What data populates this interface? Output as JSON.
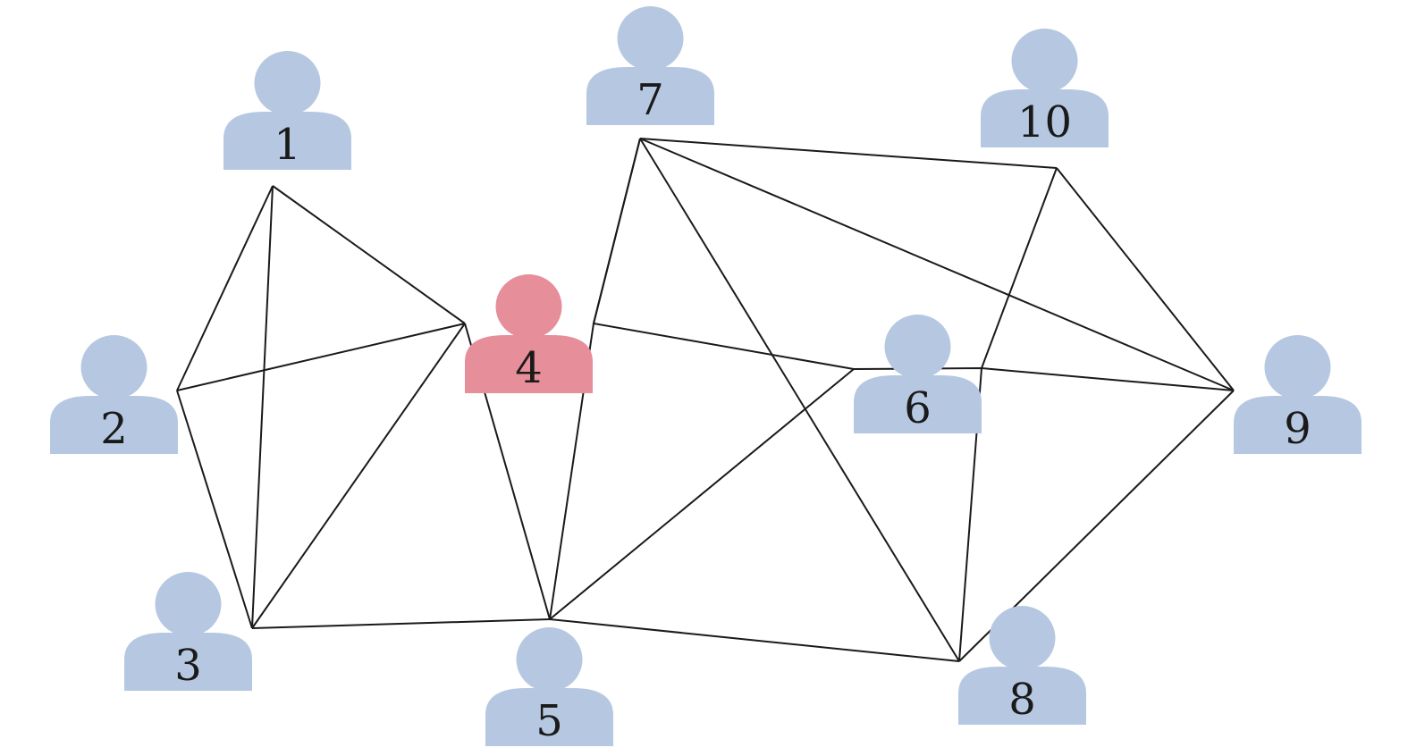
{
  "colors": {
    "person_default": "#b6c8e1",
    "person_highlight": "#e78e9b",
    "edge": "#1a1a1a"
  },
  "nodes": [
    {
      "id": 1,
      "label": "1",
      "highlight": false
    },
    {
      "id": 2,
      "label": "2",
      "highlight": false
    },
    {
      "id": 3,
      "label": "3",
      "highlight": false
    },
    {
      "id": 4,
      "label": "4",
      "highlight": true
    },
    {
      "id": 5,
      "label": "5",
      "highlight": false
    },
    {
      "id": 6,
      "label": "6",
      "highlight": false
    },
    {
      "id": 7,
      "label": "7",
      "highlight": false
    },
    {
      "id": 8,
      "label": "8",
      "highlight": false
    },
    {
      "id": 9,
      "label": "9",
      "highlight": false
    },
    {
      "id": 10,
      "label": "10",
      "highlight": false
    }
  ],
  "edges": [
    [
      1,
      2
    ],
    [
      1,
      3
    ],
    [
      1,
      4
    ],
    [
      2,
      3
    ],
    [
      2,
      4
    ],
    [
      3,
      4
    ],
    [
      3,
      5
    ],
    [
      4,
      5
    ],
    [
      5,
      6
    ],
    [
      5,
      7
    ],
    [
      5,
      8
    ],
    [
      6,
      7
    ],
    [
      7,
      8
    ],
    [
      7,
      10
    ],
    [
      7,
      9
    ],
    [
      8,
      10
    ],
    [
      8,
      9
    ],
    [
      9,
      10
    ],
    [
      9,
      6
    ]
  ]
}
